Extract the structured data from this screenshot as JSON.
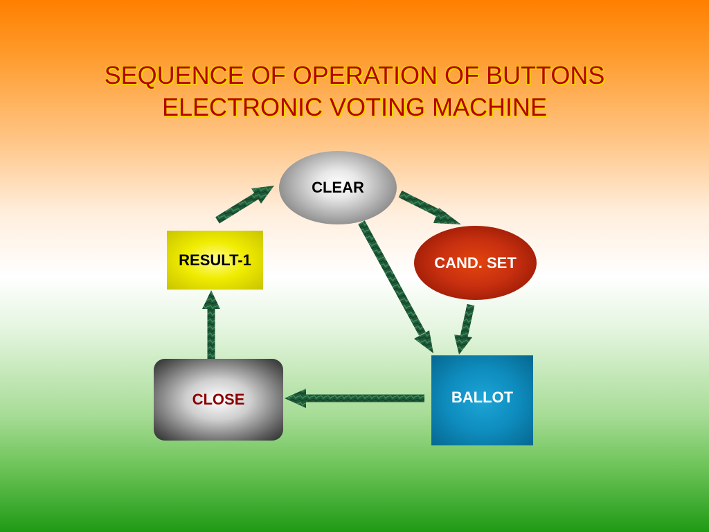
{
  "title": {
    "line1": "SEQUENCE OF OPERATION OF BUTTONS",
    "line2": "ELECTRONIC VOTING MACHINE"
  },
  "nodes": {
    "clear": "CLEAR",
    "cand_set": "CAND. SET",
    "result": "RESULT-1",
    "close": "CLOSE",
    "ballot": "BALLOT"
  },
  "edges": [
    {
      "from": "CLEAR",
      "to": "CAND. SET"
    },
    {
      "from": "CLEAR",
      "to": "BALLOT"
    },
    {
      "from": "CAND. SET",
      "to": "BALLOT"
    },
    {
      "from": "BALLOT",
      "to": "CLOSE"
    },
    {
      "from": "CLOSE",
      "to": "RESULT-1"
    },
    {
      "from": "RESULT-1",
      "to": "CLEAR"
    }
  ],
  "colors": {
    "title_text": "#b50000",
    "title_outline": "#f2d200",
    "arrow": "#1f5a38"
  }
}
